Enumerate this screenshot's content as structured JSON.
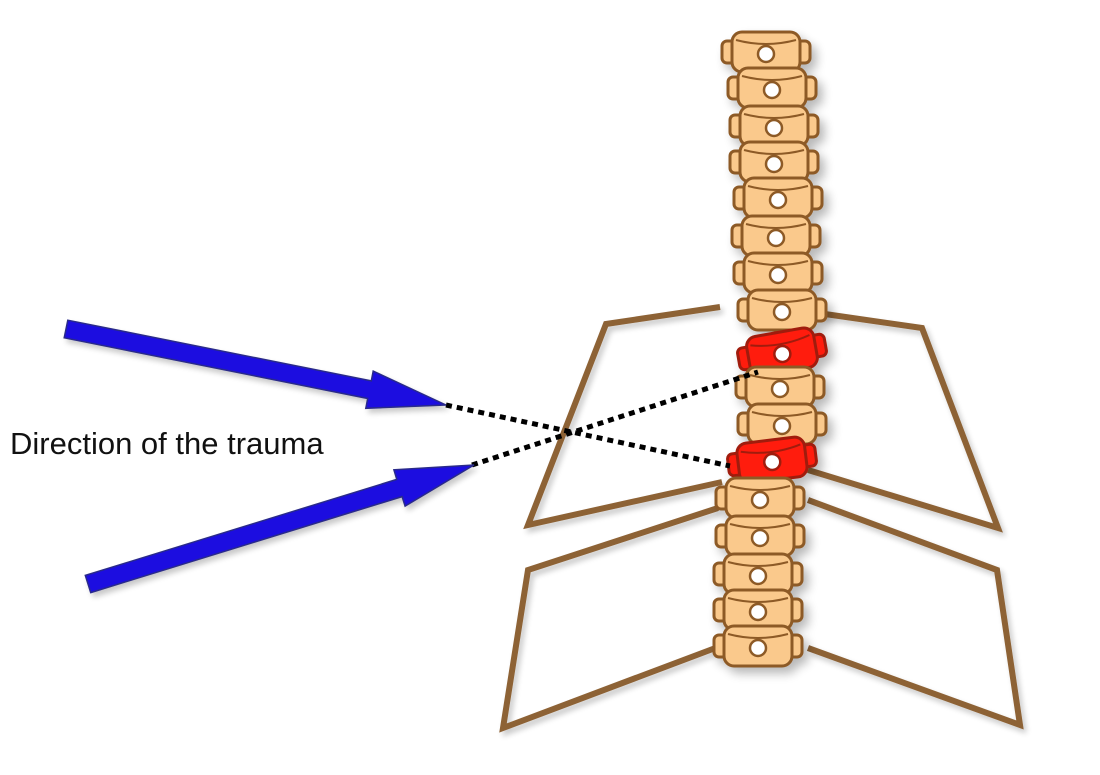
{
  "label": {
    "text": "Direction of the trauma"
  },
  "colors": {
    "background": "#ffffff",
    "vertebra_fill": "#fac98c",
    "vertebra_outline": "#8d5a26",
    "injured_vertebra_fill": "#ff1a0a",
    "injured_vertebra_outline": "#a01e0e",
    "rib_color": "#8d6236",
    "arrow_fill": "#1a10e0",
    "arrow_outline": "#2a2a8a",
    "trajectory_line": "#000000",
    "canal_hole_fill": "#ffffff"
  },
  "icons": {
    "arrows": "blue-arrow-icon",
    "vertebrae": "vertebra-icon",
    "ribs": "rib-outline"
  },
  "structure": {
    "vertebra_count": 17,
    "injured_vertebrae_count": 2,
    "arrow_count": 2
  }
}
